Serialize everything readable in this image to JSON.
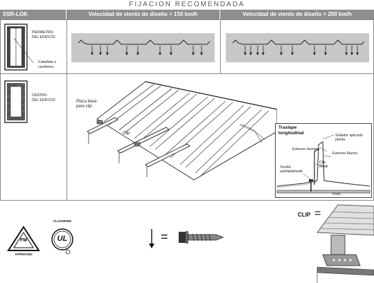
{
  "title": "FIJACION RECOMENDADA",
  "header": {
    "product": "SSR-LOK",
    "col1": "Velocidad de viento de diseño = 150 km/h",
    "col2": "Velocidad de viento de diseño = 200 km/h"
  },
  "zones": {
    "perimeter_line1": "PERIMETRO",
    "perimeter_line2": "DEL EDIFICIO",
    "ridge_line1": "Caballete o",
    "ridge_line2": "cumbrera",
    "center_line1": "CENTRO",
    "center_line2": "DEL EDIFICIO"
  },
  "labels": {
    "base_plate_line1": "Placa base",
    "base_plate_line2": "para clip",
    "clip": "Clip"
  },
  "detail": {
    "title_line1": "Traslape",
    "title_line2": "longitudinal",
    "sealant_line1": "Sellador aplicado",
    "sealant_line2": "planta",
    "female_edge": "Extremo Hembra",
    "male_edge": "Extremo Macho",
    "movable_clip_line1": "Clip",
    "movable_clip_line2": "Móvil",
    "screw_line1": "Tornillo",
    "screw_line2": "autotaladrante",
    "purlin": "Polín"
  },
  "legend": {
    "fm_text": "FM",
    "fm_approved": "APPROVED",
    "ul_classified": "CLASSIFIED",
    "ul_text": "UL",
    "equals": "=",
    "clip_label": "CLIP",
    "clip_equals": "="
  }
}
